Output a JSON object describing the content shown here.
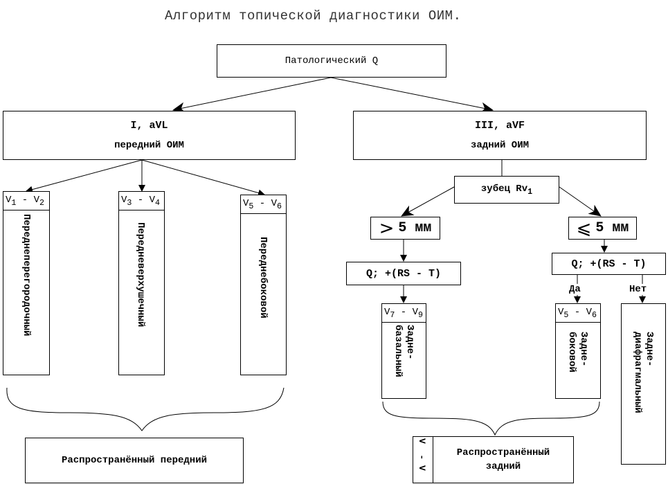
{
  "title": "Алгоритм топической диагностики ОИМ.",
  "root": "Патологический Q",
  "left": {
    "leads": "I, aVL",
    "name": "передний ОИМ"
  },
  "right": {
    "leads": "III, aVF",
    "name": "задний ОИМ"
  },
  "rv1": "зубец Rv",
  "rv1_sub": "1",
  "left_columns": [
    {
      "hdr_a": "V",
      "hdr_a_sub": "1",
      "hdr_sep": " - ",
      "hdr_b": "V",
      "hdr_b_sub": "2",
      "text": "Переднеперегородочный"
    },
    {
      "hdr_a": "V",
      "hdr_a_sub": "3",
      "hdr_sep": " - ",
      "hdr_b": "V",
      "hdr_b_sub": "4",
      "text": "Передневерхушечный"
    },
    {
      "hdr_a": "V",
      "hdr_a_sub": "5",
      "hdr_sep": " - ",
      "hdr_b": "V",
      "hdr_b_sub": "6",
      "text": "Переднебоковой"
    }
  ],
  "gt": {
    "sym": ">",
    "value": "5 мм"
  },
  "le": {
    "sym": "⩽",
    "value": "5 мм"
  },
  "qrs": "Q; +(RS - T)",
  "yes": "Да",
  "no": "Нет",
  "right_columns": [
    {
      "hdr_a": "V",
      "hdr_a_sub": "7",
      "hdr_sep": " - ",
      "hdr_b": "V",
      "hdr_b_sub": "9",
      "text": "Задне-\nбазальный"
    },
    {
      "hdr_a": "V",
      "hdr_a_sub": "5",
      "hdr_sep": " - ",
      "hdr_b": "V",
      "hdr_b_sub": "6",
      "text": "Задне-\nбоковой"
    }
  ],
  "diaphragm": "Задне-\nдиафрагмальный",
  "widespread_front": "Распространённый передний",
  "widespread_back": "Распространённый задний",
  "back_side_label": "V  - V"
}
